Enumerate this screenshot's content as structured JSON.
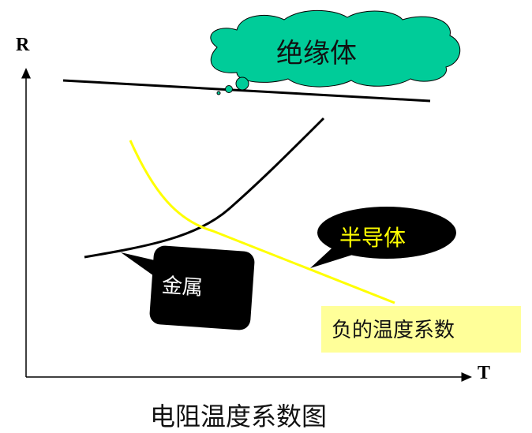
{
  "axes": {
    "y_label": "R",
    "x_label": "T"
  },
  "callouts": {
    "insulator": "绝缘体",
    "semiconductor": "半导体",
    "metal": "金属",
    "negative_coefficient": "负的温度系数"
  },
  "caption": "电阻温度系数图",
  "colors": {
    "cloud": "#00cc99",
    "semiconductor_curve": "#ffff00",
    "note_bg": "#ffff99"
  }
}
